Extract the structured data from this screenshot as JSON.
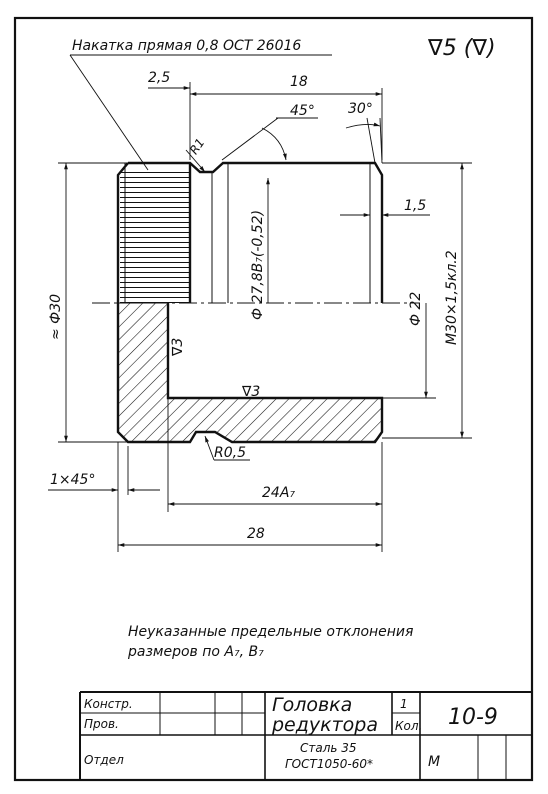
{
  "drawing": {
    "roughness": "∇5 (∇)",
    "knurl_note": "Накатка прямая 0,8 ОСТ 26016",
    "dims": {
      "d_2_5": "2,5",
      "d_18": "18",
      "d_45deg": "45°",
      "d_30deg": "30°",
      "d_R1": "R1",
      "d_1_5": "1,5",
      "d_phi30": "≈ Ф30",
      "d_phi278": "Ф 27,8B₇(-0,52)",
      "d_phi22": "Ф 22",
      "d_M30": "М30×1,5кл.2",
      "d_tri3_left": "∇3",
      "d_tri3_bottom": "∇3",
      "d_R05": "R0,5",
      "d_chamfer": "1×45°",
      "d_24A7": "24A₇",
      "d_28": "28"
    },
    "note_line1": "Неуказанные предельные отклонения",
    "note_line2": "размеров по A₇, B₇"
  },
  "title_block": {
    "konstr": "Констр.",
    "prov": "Пров.",
    "otdel": "Отдел",
    "name_line1": "Головка",
    "name_line2": "редуктора",
    "qty_value": "1",
    "qty_label": "Кол.",
    "drawing_number": "10-9",
    "material_line1": "Сталь 35",
    "material_line2": "ГОСТ1050-60*",
    "scale_label": "М"
  }
}
